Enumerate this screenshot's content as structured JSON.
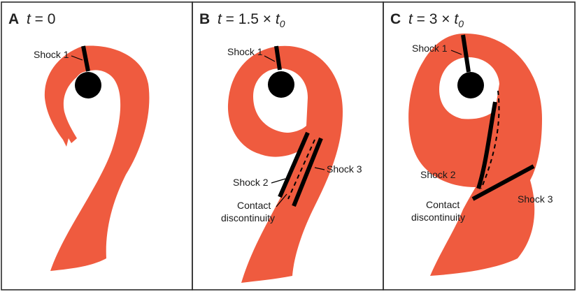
{
  "panels": [
    {
      "letter": "A",
      "time": {
        "var": "t",
        "rel": " = ",
        "value": "0",
        "sub": ""
      },
      "labels": {
        "shock1": "Shock 1"
      },
      "star_color": "#000000"
    },
    {
      "letter": "B",
      "time": {
        "var": "t",
        "rel": " = 1.5 × ",
        "value": "t",
        "sub": "0"
      },
      "labels": {
        "shock1": "Shock 1",
        "shock2": "Shock 2",
        "shock3": "Shock 3",
        "contact_1": "Contact",
        "contact_2": "discontinuity"
      }
    },
    {
      "letter": "C",
      "time": {
        "var": "t",
        "rel": " = 3 × ",
        "value": "t",
        "sub": "0"
      },
      "labels": {
        "shock1": "Shock 1",
        "shock2": "Shock 2",
        "shock3": "Shock 3",
        "contact_1": "Contact",
        "contact_2": "discontinuity"
      }
    }
  ],
  "colors": {
    "ejecta": "#EF5B3F",
    "star": "#000000",
    "shock": "#000000",
    "frame": "#2b2b2b"
  }
}
